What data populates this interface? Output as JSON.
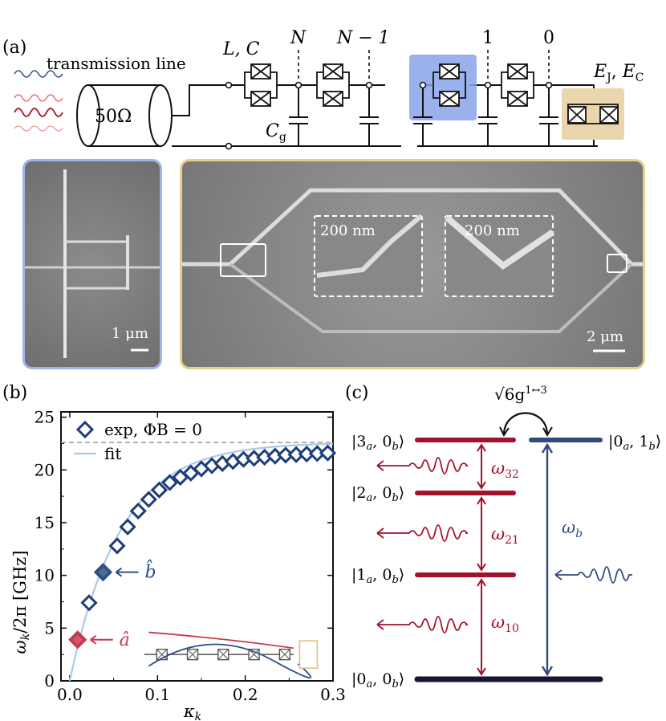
{
  "panel_labels": {
    "a": "(a)",
    "b": "(b)",
    "c": "(c)"
  },
  "circuit": {
    "line_label": "transmission line",
    "impedance": "50Ω",
    "junction_params": "L, C",
    "node_labels": [
      "N",
      "N − 1",
      "1",
      "0"
    ],
    "ground_cap": "C",
    "ground_cap_sub": "g",
    "qubit_params": "E",
    "qubit_sub_j": "J",
    "qubit_sub_c": "C",
    "highlight_color": "#8aa3e8",
    "qubit_color": "#ead6ac"
  },
  "micrographs": {
    "left_scale": "1 μm",
    "right_scale": "2 μm",
    "inset1_scale": "200 nm",
    "inset2_scale": "200 nm",
    "left_border": "#9fb4e8",
    "right_border": "#e8cf8e"
  },
  "levels": {
    "coupling_label": "√6g",
    "coupling_sup": "1↔3",
    "labels": [
      "|3a, 0b⟩",
      "|2a, 0b⟩",
      "|1a, 0b⟩",
      "|0a, 0b⟩",
      "|0a, 1b⟩"
    ],
    "transitions": [
      "ω32",
      "ω21",
      "ω10",
      "ωb"
    ],
    "red": "#a3122c",
    "blue": "#334a7d",
    "ground": "#1b1431"
  },
  "chart_data": {
    "type": "scatter",
    "xlabel": "κk",
    "ylabel": "ωk/2π [GHz]",
    "xlim": [
      -0.01,
      0.3
    ],
    "ylim": [
      0,
      25.5
    ],
    "xticks": [
      0.0,
      0.1,
      0.2,
      0.3
    ],
    "yticks": [
      0,
      5,
      10,
      15,
      20,
      25
    ],
    "legend": {
      "exp": "exp, ΦB = 0",
      "fit": "fit",
      "placement": "top-left"
    },
    "asymptote": 22.6,
    "series": [
      {
        "name": "exp, ΦB = 0",
        "x": [
          0.009,
          0.022,
          0.038,
          0.054,
          0.066,
          0.078,
          0.09,
          0.102,
          0.114,
          0.126,
          0.138,
          0.15,
          0.162,
          0.174,
          0.186,
          0.198,
          0.21,
          0.222,
          0.234,
          0.246,
          0.258,
          0.27,
          0.282,
          0.294
        ],
        "y": [
          3.9,
          7.4,
          10.3,
          12.8,
          14.6,
          16.1,
          17.2,
          18.1,
          18.8,
          19.3,
          19.7,
          20.1,
          20.4,
          20.6,
          20.8,
          21.0,
          21.1,
          21.2,
          21.3,
          21.4,
          21.45,
          21.5,
          21.55,
          21.6
        ],
        "color": "#1f3d7a"
      },
      {
        "name": "fit",
        "color": "#a9cbe8"
      }
    ],
    "highlighted": [
      {
        "label": "b̂",
        "x": 0.038,
        "y": 10.3,
        "color": "#2f4f84"
      },
      {
        "label": "â",
        "x": 0.009,
        "y": 3.9,
        "color": "#c9394f"
      }
    ]
  }
}
